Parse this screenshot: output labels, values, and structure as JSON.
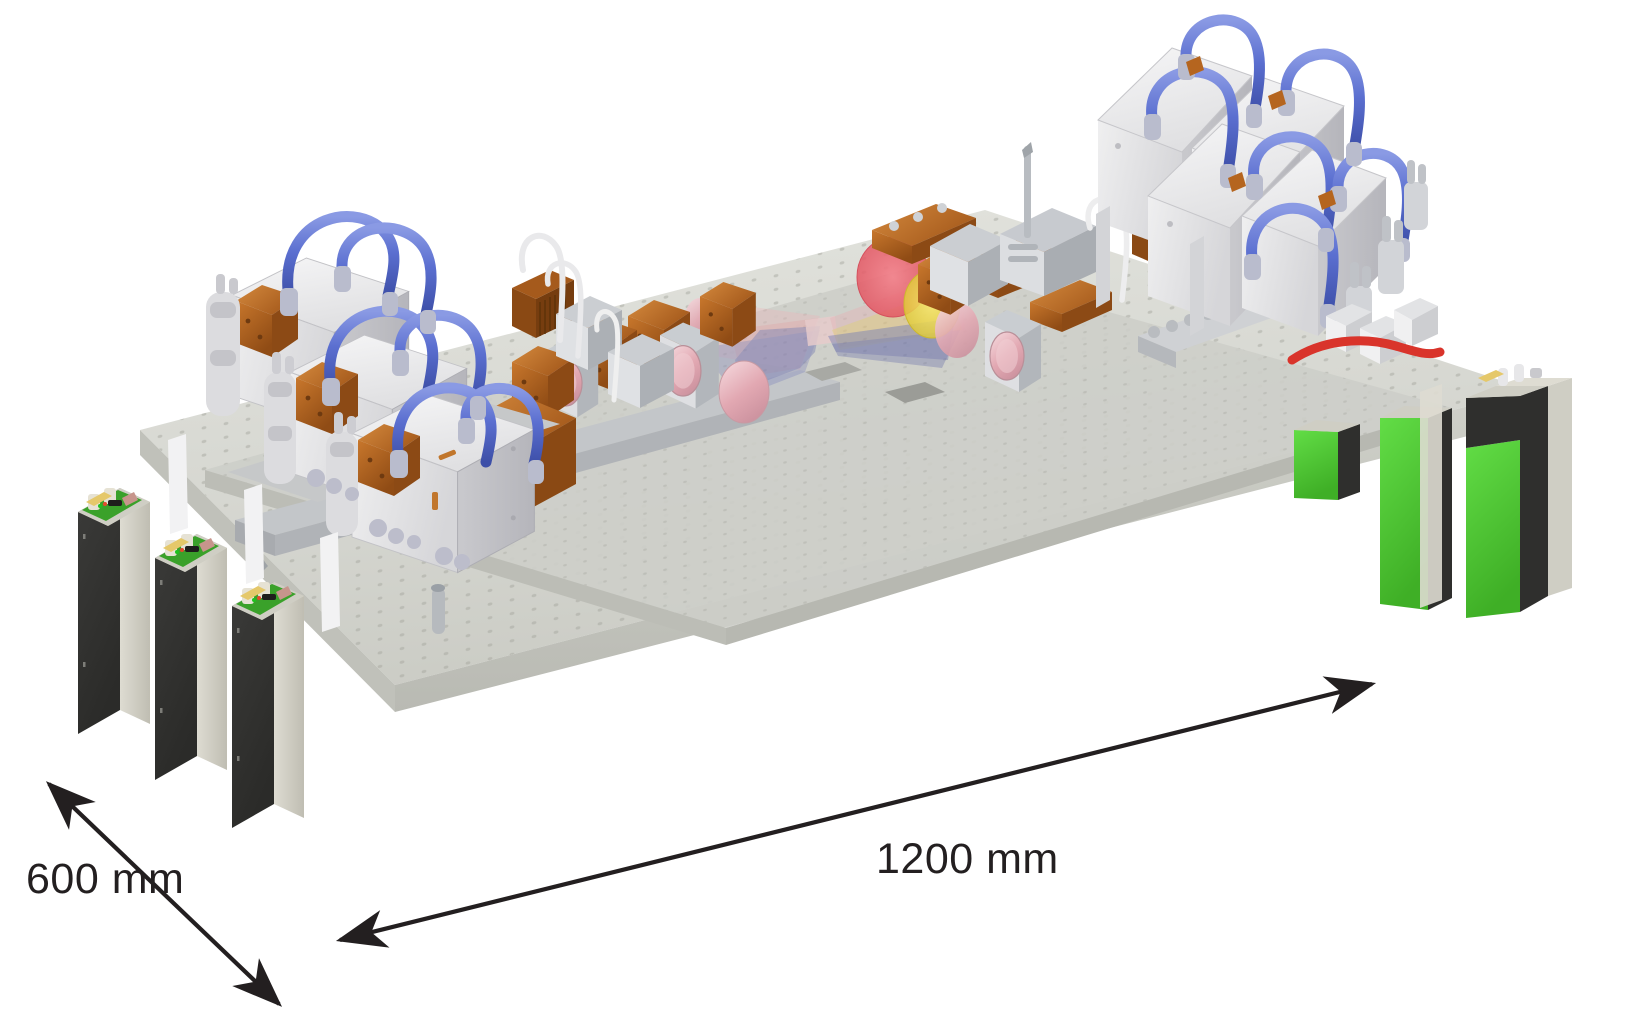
{
  "figure": {
    "kind": "cad-rendering",
    "subject": "Laser / optical breadboard assembly with electronics cards",
    "background_color": "#ffffff"
  },
  "dimensions": {
    "depth": {
      "label": "600 mm",
      "value": 600,
      "unit": "mm",
      "axis": "depth"
    },
    "length": {
      "label": "1200 mm",
      "value": 1200,
      "unit": "mm",
      "axis": "length"
    }
  },
  "palette": {
    "breadboard_top": "#d9dad4",
    "breadboard_edge": "#b4b5ae",
    "breadboard_hole": "#a9aaa3",
    "module_white": "#ececec",
    "module_shadow": "#c9c9cb",
    "copper": "#b5651f",
    "copper_dark": "#8c4a15",
    "fiber_blue": "#5b6fd0",
    "fiber_white": "#e8e8ea",
    "cable_red": "#d9342b",
    "pcb_green": "#4ec832",
    "card_dark": "#343432",
    "card_side": "#cfcec4",
    "beam_red": "#e8606b",
    "beam_yellow": "#e8d23c",
    "beam_blue": "#5a5fa8",
    "optic_pink": "#e8b3bb",
    "steel": "#b9bcc0",
    "arrow_black": "#231f20"
  },
  "subsystems": {
    "left_laser_stack": {
      "name": "Left laser head stack",
      "module_count": 3
    },
    "left_optics_rail": {
      "name": "Left relay optics rail",
      "mount_count": 5
    },
    "beam_region": {
      "name": "Converging beam focus region",
      "beam_count": 3
    },
    "right_optics_rail": {
      "name": "Right relay optics rail",
      "mount_count": 4
    },
    "right_laser_stack": {
      "name": "Right laser head stack",
      "module_count": 4
    },
    "left_electronics": {
      "name": "Left driver cards",
      "card_count": 3
    },
    "right_electronics": {
      "name": "Right driver cards",
      "card_count": 3
    }
  }
}
